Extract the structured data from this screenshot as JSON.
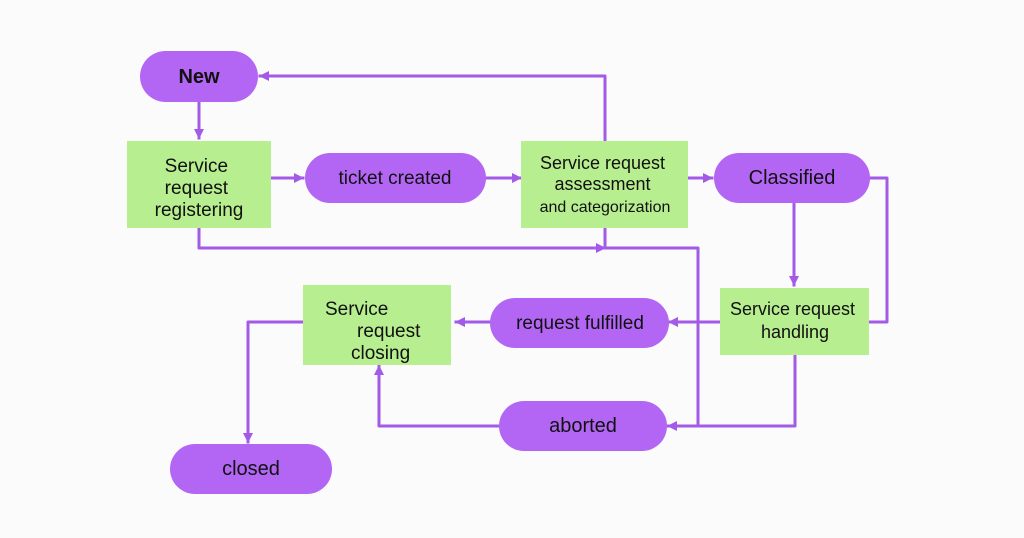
{
  "colors": {
    "background": "#fbfbfb",
    "state_fill": "#b366f4",
    "process_fill": "#b7ee8f",
    "connector": "#a35ae7",
    "text": "#111111"
  },
  "nodes": {
    "new": {
      "lines": [
        "New"
      ]
    },
    "ticket_created": {
      "lines": [
        "ticket created"
      ]
    },
    "classified": {
      "lines": [
        "Classified"
      ]
    },
    "request_fulfilled": {
      "lines": [
        "request fulfilled"
      ]
    },
    "aborted": {
      "lines": [
        "aborted"
      ]
    },
    "closed": {
      "lines": [
        "closed"
      ]
    },
    "service_request_registering": {
      "lines": [
        "Service",
        "request",
        "registering"
      ]
    },
    "service_request_assessment": {
      "lines": [
        "Service request",
        "assessment",
        "and categorization"
      ]
    },
    "service_request_handling": {
      "lines": [
        "Service request",
        "handling"
      ]
    },
    "service_request_closing": {
      "lines": [
        "Service",
        "request",
        "closing"
      ]
    }
  }
}
